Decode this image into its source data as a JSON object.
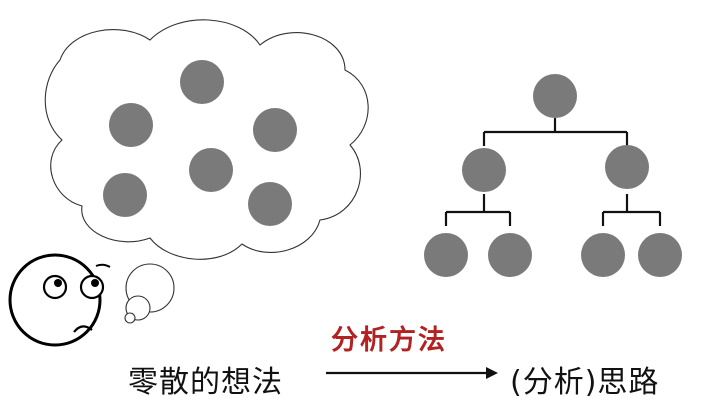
{
  "labels": {
    "scattered_thoughts": "零散的想法",
    "method": "分析方法",
    "structured_thinking": "(分析)思路"
  },
  "colors": {
    "node": "#7a7a7a",
    "method_text": "#b22222",
    "ink": "#111111"
  },
  "icons": {
    "face": "puzzled-face-icon",
    "cloud": "thought-cloud",
    "arrow": "right-arrow-icon"
  }
}
